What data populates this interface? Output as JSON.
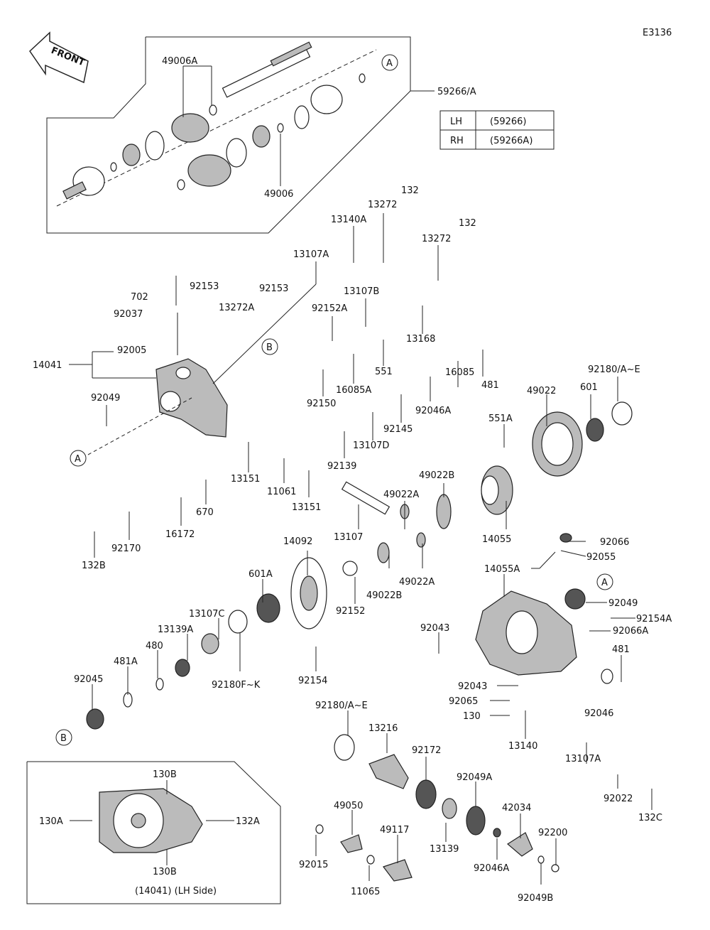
{
  "diagram_code": "E3136",
  "front_label": "FRONT",
  "callouts": {
    "A": "A",
    "B": "B"
  },
  "lh_rh_table": {
    "rows": [
      {
        "side": "LH",
        "part": "(59266)"
      },
      {
        "side": "RH",
        "part": "(59266A)"
      }
    ]
  },
  "inset_caption": "(14041) (LH Side)",
  "parts": {
    "p59266A": "59266/A",
    "p49006A": "49006A",
    "p49006": "49006",
    "p132_1": "132",
    "p13272_1": "13272",
    "p13140A": "13140A",
    "p132_2": "132",
    "p13272_2": "13272",
    "p13107A_1": "13107A",
    "p13107B": "13107B",
    "p702": "702",
    "p92153_1": "92153",
    "p92153_2": "92153",
    "p92037": "92037",
    "p13272A": "13272A",
    "p92152A": "92152A",
    "p13168": "13168",
    "p92005": "92005",
    "p14041": "14041",
    "p16085A": "16085A",
    "p551": "551",
    "p481_1": "481",
    "p16085": "16085",
    "p92180AE_1": "92180/A~E",
    "p92049_1": "92049",
    "p92150": "92150",
    "p92046A_1": "92046A",
    "p49022": "49022",
    "p601": "601",
    "p92145": "92145",
    "p551A": "551A",
    "p13107D": "13107D",
    "p92139": "92139",
    "p13151_1": "13151",
    "p11061": "11061",
    "p13151_2": "13151",
    "p49022B_1": "49022B",
    "p49022A_1": "49022A",
    "p670": "670",
    "p16172": "16172",
    "p13107": "13107",
    "p14055": "14055",
    "p92170": "92170",
    "p132B": "132B",
    "p14092": "14092",
    "p92066_1": "92066",
    "p92055": "92055",
    "p14055A": "14055A",
    "p601A": "601A",
    "p49022A_2": "49022A",
    "p49022B_2": "49022B",
    "p92152": "92152",
    "p92049_2": "92049",
    "p13107C": "13107C",
    "p92154A": "92154A",
    "p13139A": "13139A",
    "p92066A": "92066A",
    "p92043_1": "92043",
    "p480": "480",
    "p481A": "481A",
    "p481_2": "481",
    "p92180FK": "92180F~K",
    "p92154": "92154",
    "p92045": "92045",
    "p92043_2": "92043",
    "p92046": "92046",
    "p92065": "92065",
    "p92180AE_2": "92180/A~E",
    "p130": "130",
    "p13140": "13140",
    "p13216": "13216",
    "p92172": "92172",
    "p13107A_2": "13107A",
    "p130B_1": "130B",
    "p92049A": "92049A",
    "p92022": "92022",
    "p130A": "130A",
    "p132A": "132A",
    "p132C": "132C",
    "p49050": "49050",
    "p42034": "42034",
    "p92200": "92200",
    "p49117": "49117",
    "p13139": "13139",
    "p130B_2": "130B",
    "p92015": "92015",
    "p92046A_2": "92046A",
    "p11065": "11065",
    "p92049B": "92049B"
  }
}
